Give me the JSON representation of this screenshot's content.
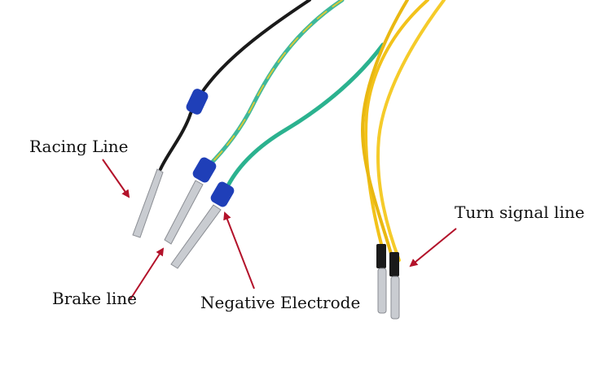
{
  "labels": {
    "racing_line": "Racing Line",
    "brake_line": "Brake line",
    "negative_electrode": "Negative Electrode",
    "turn_signal_line": "Turn signal line"
  },
  "colors": {
    "arrow": "#b3122a",
    "black_wire": "#1a1a1a",
    "green_wire": "#2bb28f",
    "yellow_wire": "#f2c21a",
    "seal_blue": "#1f3fb8",
    "terminal_silver": "#c9ccd1"
  }
}
